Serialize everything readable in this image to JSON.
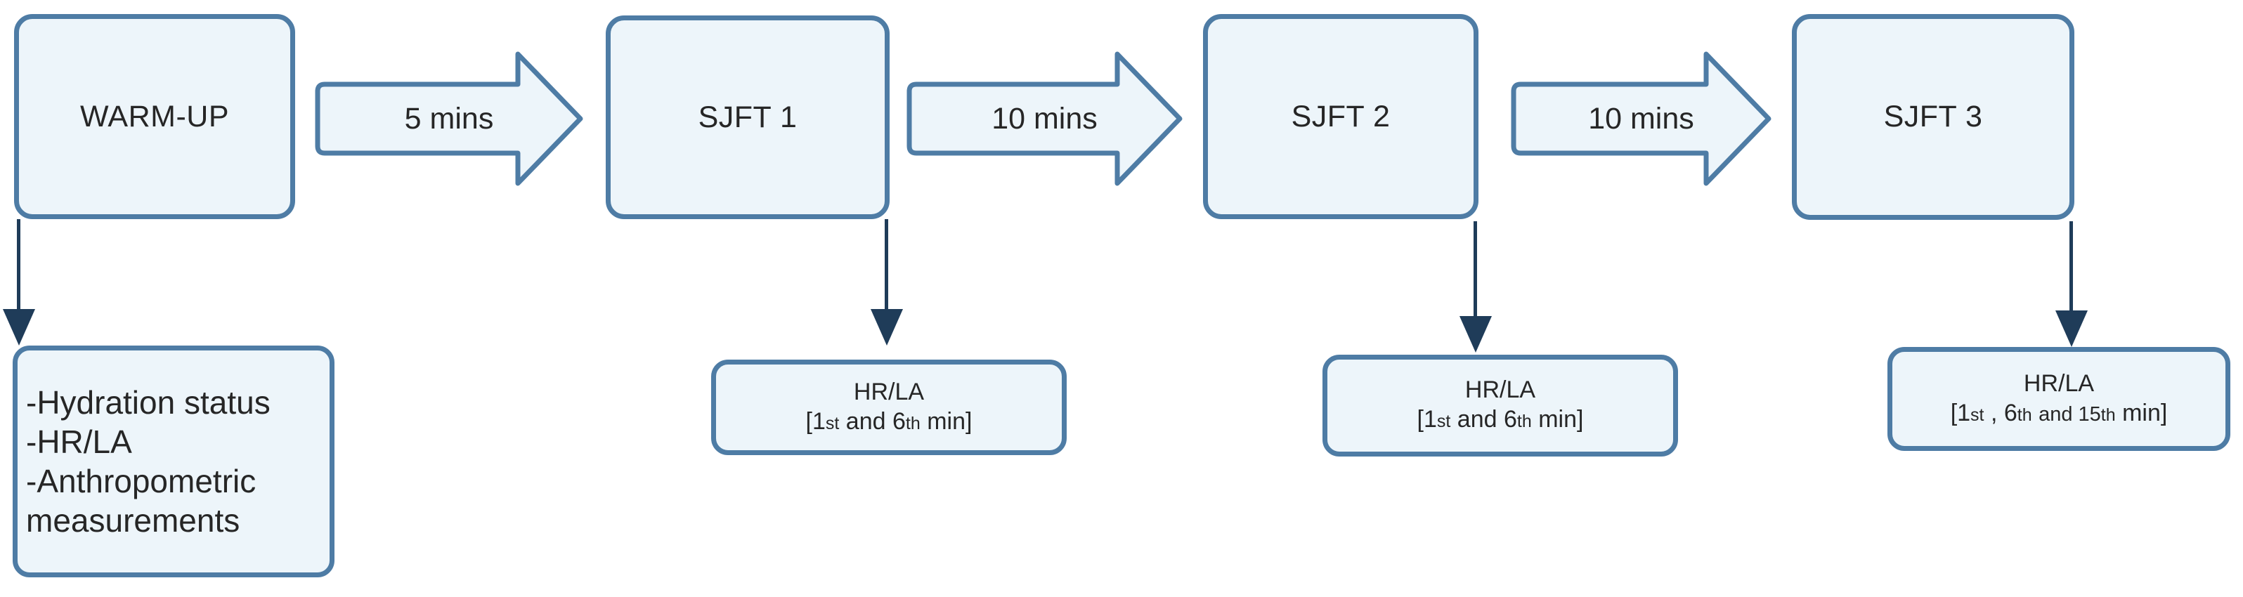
{
  "diagram": {
    "colors": {
      "background": "#ffffff",
      "box_fill": "#edf5fa",
      "box_border": "#4e7ca5",
      "connector": "#1f3c59",
      "text": "#262626"
    },
    "flow": {
      "steps": [
        {
          "label": "WARM-UP"
        },
        {
          "label": "SJFT 1"
        },
        {
          "label": "SJFT 2"
        },
        {
          "label": "SJFT 3"
        }
      ],
      "transitions": [
        {
          "label": "5 mins"
        },
        {
          "label": "10 mins"
        },
        {
          "label": "10 mins"
        }
      ]
    },
    "measurements": {
      "warmup": {
        "lines": [
          "-Hydration status",
          "-HR/LA",
          "-Anthropometric measurements"
        ]
      },
      "sjft1": {
        "title": "HR/LA",
        "timing_segments": [
          {
            "t": "[1"
          },
          {
            "t": "st",
            "cls": "sm"
          },
          {
            "t": " and 6"
          },
          {
            "t": "th",
            "cls": "sm"
          },
          {
            "t": " min]"
          }
        ]
      },
      "sjft2": {
        "title": "HR/LA",
        "timing_segments": [
          {
            "t": "[1"
          },
          {
            "t": "st",
            "cls": "sm"
          },
          {
            "t": " and 6"
          },
          {
            "t": "th",
            "cls": "sm"
          },
          {
            "t": " min]"
          }
        ]
      },
      "sjft3": {
        "title": "HR/LA",
        "timing_segments": [
          {
            "t": "[1"
          },
          {
            "t": "st",
            "cls": "sm"
          },
          {
            "t": " , 6"
          },
          {
            "t": "th",
            "cls": "sm"
          },
          {
            "t": " "
          },
          {
            "t": "and 15",
            "cls": "md"
          },
          {
            "t": "th",
            "cls": "sm"
          },
          {
            "t": " "
          },
          {
            "t": "min]"
          }
        ]
      }
    }
  }
}
